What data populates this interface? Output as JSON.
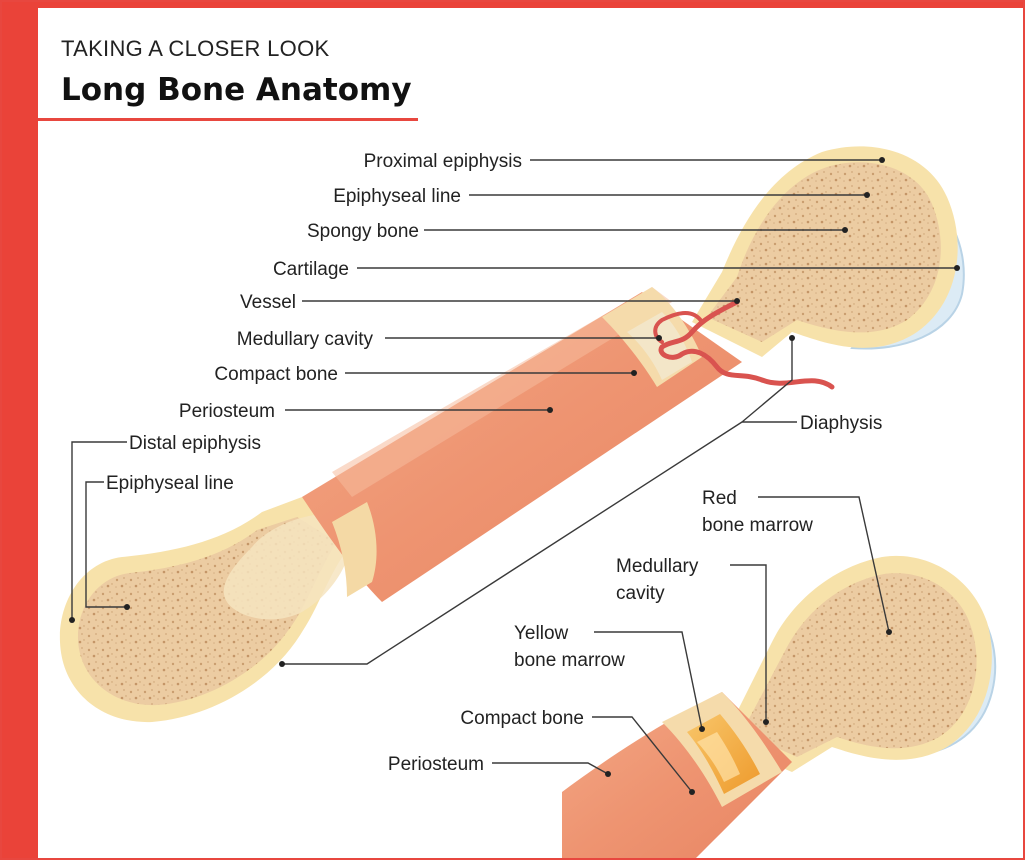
{
  "header": {
    "kicker": "TAKING A CLOSER LOOK",
    "title": "Long Bone Anatomy"
  },
  "colors": {
    "accent": "#ea4339",
    "periosteum": "#f09a7a",
    "compact_bone": "#f6dfa8",
    "spongy_bone": "#e9c9a0",
    "cartilage": "#dceaf4",
    "vessel": "#d9534f",
    "yellow_marrow": "#f4a73a"
  },
  "labels": {
    "proximal_epiphysis": "Proximal epiphysis",
    "epiphyseal_line_top": "Epiphyseal line",
    "spongy_bone": "Spongy bone",
    "cartilage": "Cartilage",
    "vessel": "Vessel",
    "medullary_cavity_top": "Medullary cavity",
    "compact_bone_top": "Compact bone",
    "periosteum_top": "Periosteum",
    "distal_epiphysis": "Distal epiphysis",
    "epiphyseal_line_left": "Epiphyseal line",
    "diaphysis": "Diaphysis",
    "red_marrow_1": "Red",
    "red_marrow_2": "bone marrow",
    "medullary_cavity_inset_1": "Medullary",
    "medullary_cavity_inset_2": "cavity",
    "yellow_marrow_1": "Yellow",
    "yellow_marrow_2": "bone marrow",
    "compact_bone_inset": "Compact bone",
    "periosteum_inset": "Periosteum"
  }
}
